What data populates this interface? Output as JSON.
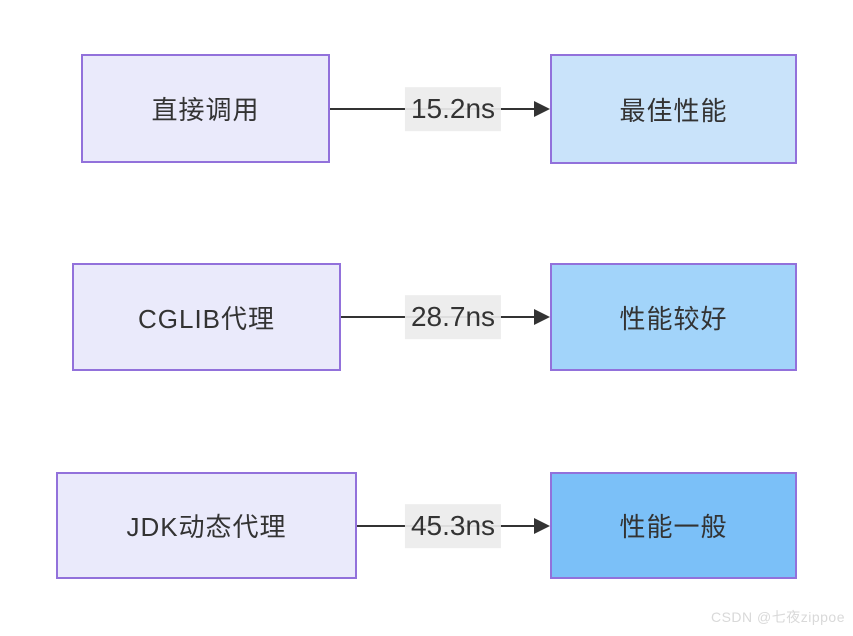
{
  "diagram": {
    "rows": [
      {
        "source": "直接调用",
        "time": "15.2ns",
        "result": "最佳性能",
        "result_fill": "#c9e3fa"
      },
      {
        "source": "CGLIB代理",
        "time": "28.7ns",
        "result": "性能较好",
        "result_fill": "#a2d4fa"
      },
      {
        "source": "JDK动态代理",
        "time": "45.3ns",
        "result": "性能一般",
        "result_fill": "#7bc0f8"
      }
    ],
    "colors": {
      "source_fill": "#eaeafb",
      "node_border": "#9271db",
      "arrow_line": "#333333",
      "time_label_bg": "#ececec",
      "text": "#333333",
      "result_fill_row1": "#c9e3fa",
      "result_fill_row2": "#a2d4fa",
      "result_fill_row3": "#7bc0f8"
    }
  },
  "watermark": {
    "text": "CSDN @七夜zippoe"
  }
}
